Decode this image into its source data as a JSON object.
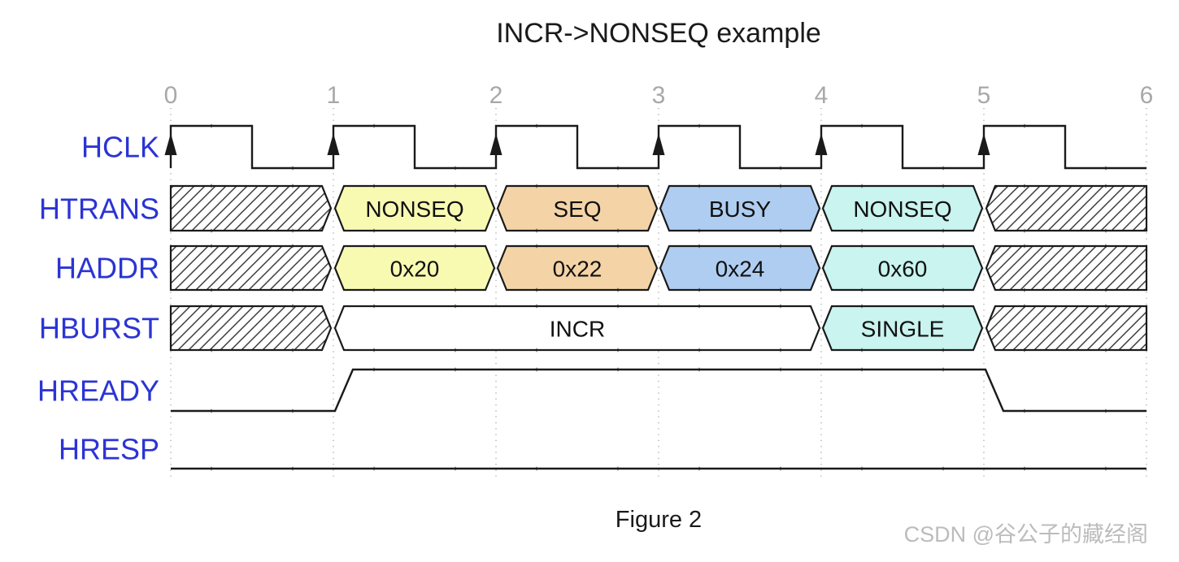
{
  "title": "INCR->NONSEQ example",
  "footer": {
    "caption": "Figure 2",
    "watermark": "CSDN @谷公子的藏经阁"
  },
  "axis": {
    "ticks": [
      "0",
      "1",
      "2",
      "3",
      "4",
      "5",
      "6"
    ]
  },
  "colors": {
    "label": "#2b34d4",
    "tick": "#a8a8a8",
    "grid": "#a8a8a8",
    "stroke": "#1a1a1a",
    "yellow": "#f8fab2",
    "tan": "#f4d4a6",
    "blue": "#aecdf1",
    "cyan": "#c9f4ef",
    "white": "#ffffff",
    "watermark": "#bcbcbc"
  },
  "signals": [
    {
      "name": "HCLK",
      "type": "clock",
      "cycles": 6,
      "arrows_on_rising_edge": true
    },
    {
      "name": "HTRANS",
      "type": "data",
      "segments": [
        {
          "from": 0,
          "to": 1,
          "kind": "hatch"
        },
        {
          "from": 1,
          "to": 2,
          "kind": "value",
          "label": "NONSEQ",
          "color": "yellow"
        },
        {
          "from": 2,
          "to": 3,
          "kind": "value",
          "label": "SEQ",
          "color": "tan"
        },
        {
          "from": 3,
          "to": 4,
          "kind": "value",
          "label": "BUSY",
          "color": "blue"
        },
        {
          "from": 4,
          "to": 5,
          "kind": "value",
          "label": "NONSEQ",
          "color": "cyan"
        },
        {
          "from": 5,
          "to": 6,
          "kind": "hatch"
        }
      ]
    },
    {
      "name": "HADDR",
      "type": "data",
      "segments": [
        {
          "from": 0,
          "to": 1,
          "kind": "hatch"
        },
        {
          "from": 1,
          "to": 2,
          "kind": "value",
          "label": "0x20",
          "color": "yellow"
        },
        {
          "from": 2,
          "to": 3,
          "kind": "value",
          "label": "0x22",
          "color": "tan"
        },
        {
          "from": 3,
          "to": 4,
          "kind": "value",
          "label": "0x24",
          "color": "blue"
        },
        {
          "from": 4,
          "to": 5,
          "kind": "value",
          "label": "0x60",
          "color": "cyan"
        },
        {
          "from": 5,
          "to": 6,
          "kind": "hatch"
        }
      ]
    },
    {
      "name": "HBURST",
      "type": "data",
      "segments": [
        {
          "from": 0,
          "to": 1,
          "kind": "hatch"
        },
        {
          "from": 1,
          "to": 4,
          "kind": "value",
          "label": "INCR",
          "color": "white"
        },
        {
          "from": 4,
          "to": 5,
          "kind": "value",
          "label": "SINGLE",
          "color": "cyan"
        },
        {
          "from": 5,
          "to": 6,
          "kind": "hatch"
        }
      ]
    },
    {
      "name": "HREADY",
      "type": "binary",
      "initial": 0,
      "edges": [
        {
          "at": 1,
          "dir": "rise"
        },
        {
          "at": 5,
          "dir": "fall"
        }
      ]
    },
    {
      "name": "HRESP",
      "type": "binary",
      "initial": 0,
      "edges": []
    }
  ]
}
